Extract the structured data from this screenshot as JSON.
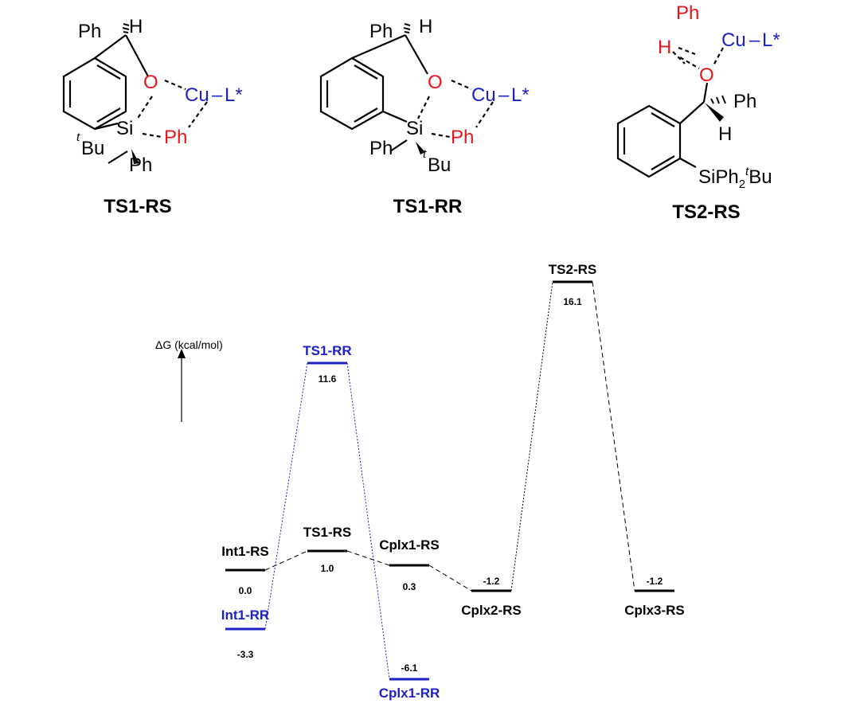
{
  "colors": {
    "black": "#000000",
    "red": "#e8141a",
    "blue": "#1c21c4"
  },
  "structures": [
    {
      "caption": "TS1-RS",
      "labels": {
        "ph_top": "Ph",
        "h_top": "H",
        "o": "O",
        "cu": "Cu",
        "dash": "–",
        "l": "L*",
        "si": "Si",
        "t_sup": "t",
        "tbu": "Bu",
        "ph_red": "Ph",
        "ph_bottom": "Ph"
      }
    },
    {
      "caption": "TS1-RR",
      "labels": {
        "ph_top": "Ph",
        "h_top": "H",
        "o": "O",
        "cu": "Cu",
        "dash": "–",
        "l": "L*",
        "si": "Si",
        "ph_red": "Ph",
        "ph_bottom": "Ph",
        "t_sup": "t",
        "tbu": "Bu"
      }
    },
    {
      "caption": "TS2-RS",
      "labels": {
        "ph_red": "Ph",
        "h_red": "H",
        "cu": "Cu",
        "dash": "–",
        "l": "L*",
        "o": "O",
        "ph_right": "Ph",
        "h_bottom": "H",
        "siph": "SiPh",
        "sub2": "2",
        "t_sup": "t",
        "tbu": "Bu"
      }
    }
  ],
  "diagram": {
    "axis_label": "ΔG (kcal/mol)",
    "levels": [
      {
        "id": "int1-rs",
        "name": "Int1-RS",
        "value": "0.0",
        "series": "RS"
      },
      {
        "id": "ts1-rs",
        "name": "TS1-RS",
        "value": "1.0",
        "series": "RS"
      },
      {
        "id": "cplx1-rs",
        "name": "Cplx1-RS",
        "value": "0.3",
        "series": "RS"
      },
      {
        "id": "cplx2-rs",
        "name": "Cplx2-RS",
        "value": "-1.2",
        "series": "RS"
      },
      {
        "id": "ts2-rs",
        "name": "TS2-RS",
        "value": "16.1",
        "series": "RS"
      },
      {
        "id": "cplx3-rs",
        "name": "Cplx3-RS",
        "value": "-1.2",
        "series": "RS"
      },
      {
        "id": "int1-rr",
        "name": "Int1-RR",
        "value": "-3.3",
        "series": "RR"
      },
      {
        "id": "ts1-rr",
        "name": "TS1-RR",
        "value": "11.6",
        "series": "RR"
      },
      {
        "id": "cplx1-rr",
        "name": "Cplx1-RR",
        "value": "-6.1",
        "series": "RR"
      }
    ]
  }
}
